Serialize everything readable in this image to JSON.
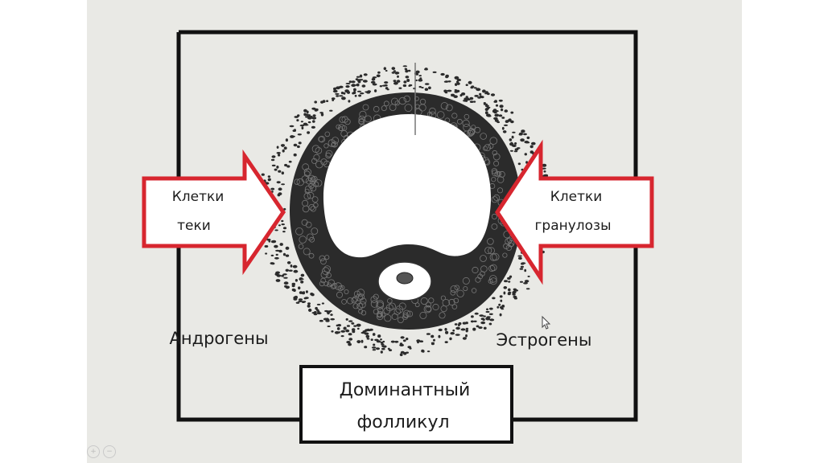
{
  "diagram": {
    "theca_label": [
      "Клетки",
      "теки"
    ],
    "granulosa_label": [
      "Клетки",
      "гранулозы"
    ],
    "androgens": "Андрогены",
    "estrogens": "Эстрогены",
    "dominant_follicle": [
      "Доминантный",
      "фолликул"
    ]
  },
  "colors": {
    "slide_background": "#e9e9e5",
    "frame_line": "#111111",
    "arrow_outline": "#d7262f",
    "arrow_fill": "#ffffff",
    "cell_layer": "#2b2b2b",
    "antrum": "#ffffff"
  },
  "icons": [
    "zoom-in-icon",
    "zoom-out-icon"
  ]
}
